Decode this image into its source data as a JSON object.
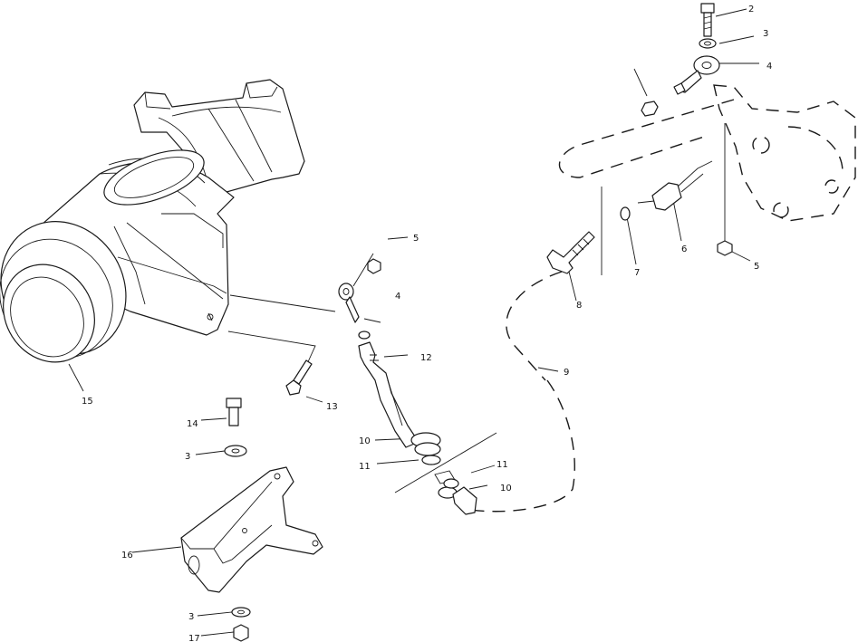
{
  "callouts": {
    "c2": "2",
    "c3a": "3",
    "c4a": "4",
    "c5a": "5",
    "c6": "6",
    "c7": "7",
    "c8": "8",
    "c5b": "5",
    "c4b": "4",
    "c12": "12",
    "c9": "9",
    "c13": "13",
    "c15": "15",
    "c14": "14",
    "c3b": "3",
    "c10a": "10",
    "c11a": "11",
    "c11b": "11",
    "c10b": "10",
    "c16": "16",
    "c3c": "3",
    "c17": "17"
  }
}
